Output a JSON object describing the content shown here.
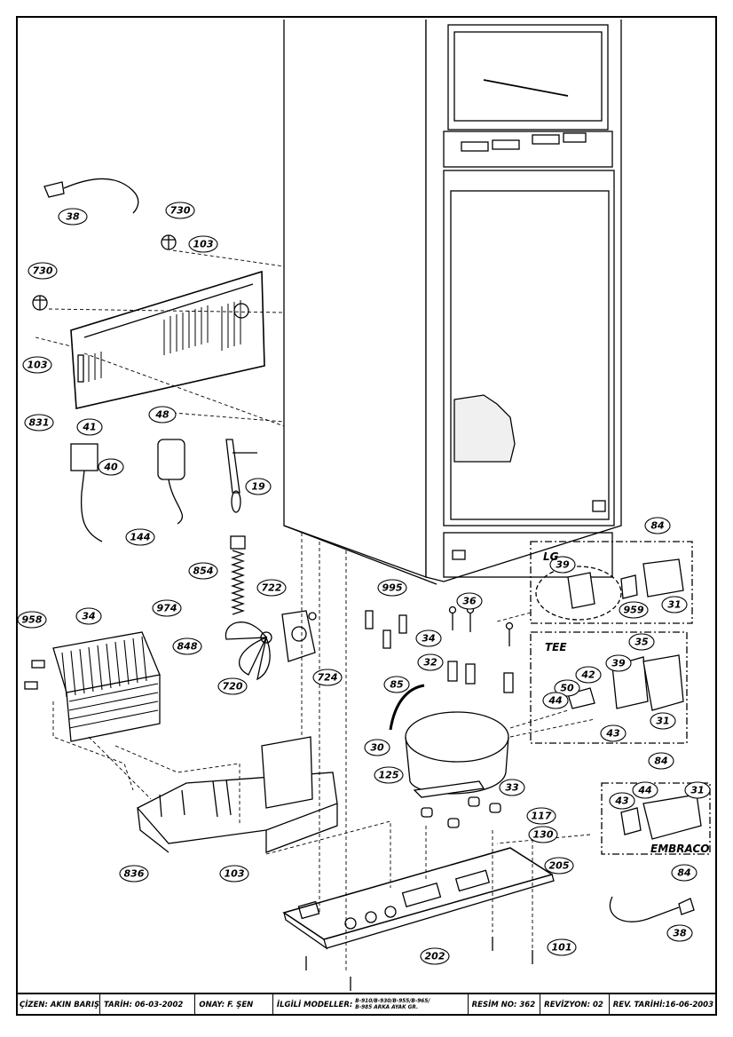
{
  "labels": {
    "p38a": "38",
    "p730a": "730",
    "p103a": "103",
    "p730b": "730",
    "p103b": "103",
    "p831": "831",
    "p48": "48",
    "p41": "41",
    "p40": "40",
    "p19": "19",
    "p144": "144",
    "p854": "854",
    "p722": "722",
    "p34a": "34",
    "p974": "974",
    "p958": "958",
    "p848": "848",
    "p720": "720",
    "p724": "724",
    "p995": "995",
    "p36": "36",
    "p34b": "34",
    "p32": "32",
    "p85": "85",
    "p30": "30",
    "p125": "125",
    "p33": "33",
    "p117": "117",
    "p130": "130",
    "p205": "205",
    "p836": "836",
    "p103c": "103",
    "p202": "202",
    "p101": "101",
    "p38b": "38",
    "p84a": "84",
    "p39a": "39",
    "p959": "959",
    "p31a": "31",
    "p35": "35",
    "p39b": "39",
    "p42": "42",
    "p50": "50",
    "p44a": "44",
    "p31b": "31",
    "p43a": "43",
    "p84b": "84",
    "p44b": "44",
    "p31c": "31",
    "p43b": "43",
    "p84c": "84"
  },
  "groups": {
    "lg": "LG",
    "tee": "TEE",
    "embraco": "EMBRACO"
  },
  "title_block": {
    "drawn_by": "ÇİZEN: AKIN BARIŞ",
    "date": "TARİH: 06-03-2002",
    "approved": "ONAY: F. ŞEN",
    "models_label": "İLGİLİ MODELLER:",
    "models_line1": "B-910/B-930/B-955/B-965/",
    "models_line2": "B-985 ARKA AYAK GR.",
    "drawing_no": "RESİM NO: 362",
    "revision": "REVİZYON: 02",
    "rev_date": "REV. TARİHİ:16-06-2003"
  }
}
